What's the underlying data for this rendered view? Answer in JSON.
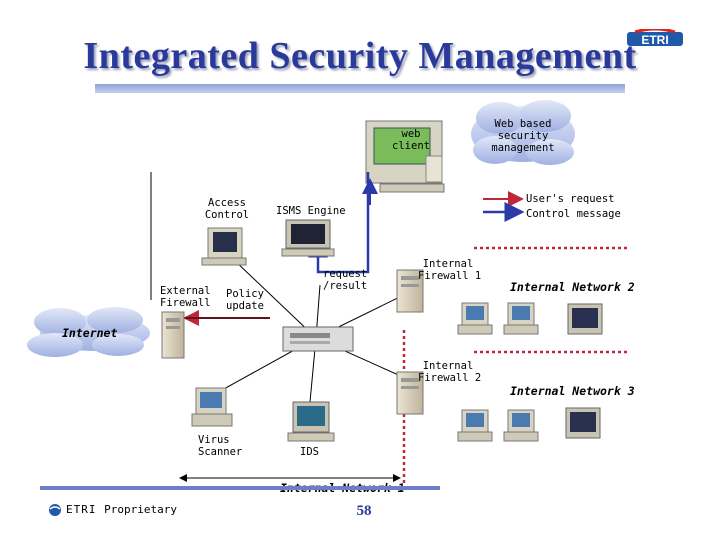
{
  "slide": {
    "title": "Integrated Security Management",
    "logo_text": "ETRI",
    "footer_brand": "ETRI",
    "footer_note": "Proprietary",
    "page_number": "58"
  },
  "diagram": {
    "web_client": "web\nclient",
    "web_based_note": "Web based\nsecurity\nmanagement",
    "legend": {
      "request_label": "User's request",
      "control_label": "Control message",
      "request_color": "#c0283a",
      "control_color": "#2a3aa8"
    },
    "access_control": "Access\nControl",
    "isms_engine": "ISMS Engine",
    "external_firewall": "External\nFirewall",
    "policy_update": "Policy\nupdate",
    "request_result": "request\n/result",
    "internal_firewall_1": "Internal\nFirewall 1",
    "internal_firewall_2": "Internal\nFirewall 2",
    "internal_network_1": "Internal Network 1",
    "internal_network_2": "Internal Network 2",
    "internal_network_3": "Internal Network 3",
    "internet": "Internet",
    "virus_scanner": "Virus\nScanner",
    "ids": "IDS"
  }
}
